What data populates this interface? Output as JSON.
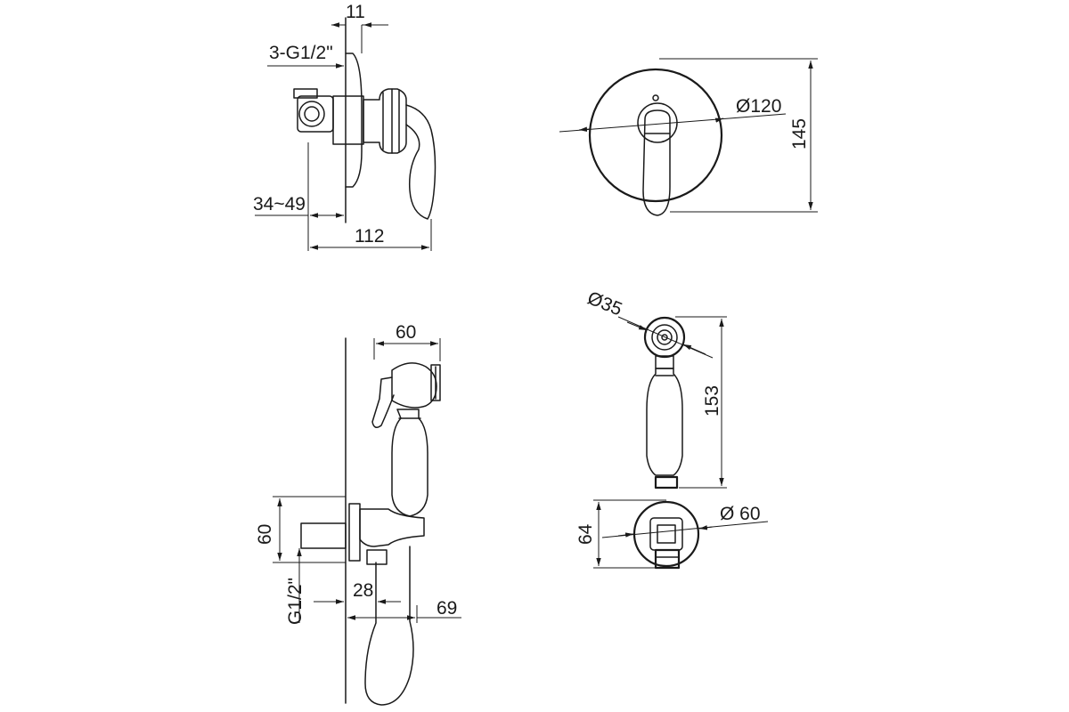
{
  "views": {
    "mixer_side": {
      "dim_offset": "11",
      "dim_thread": "3-G1/2\"",
      "dim_depth": "34~49",
      "dim_length": "112"
    },
    "mixer_front": {
      "dim_diameter": "Ø120",
      "dim_height": "145"
    },
    "hose_side": {
      "dim_width": "60",
      "dim_body_height": "60",
      "dim_thread": "G1/2\"",
      "dim_outlet": "28",
      "dim_projection": "69"
    },
    "shower_front": {
      "dim_head_diameter": "Ø35",
      "dim_length": "153",
      "dim_holder_diameter": "Ø 60",
      "dim_holder_height": "64"
    }
  }
}
